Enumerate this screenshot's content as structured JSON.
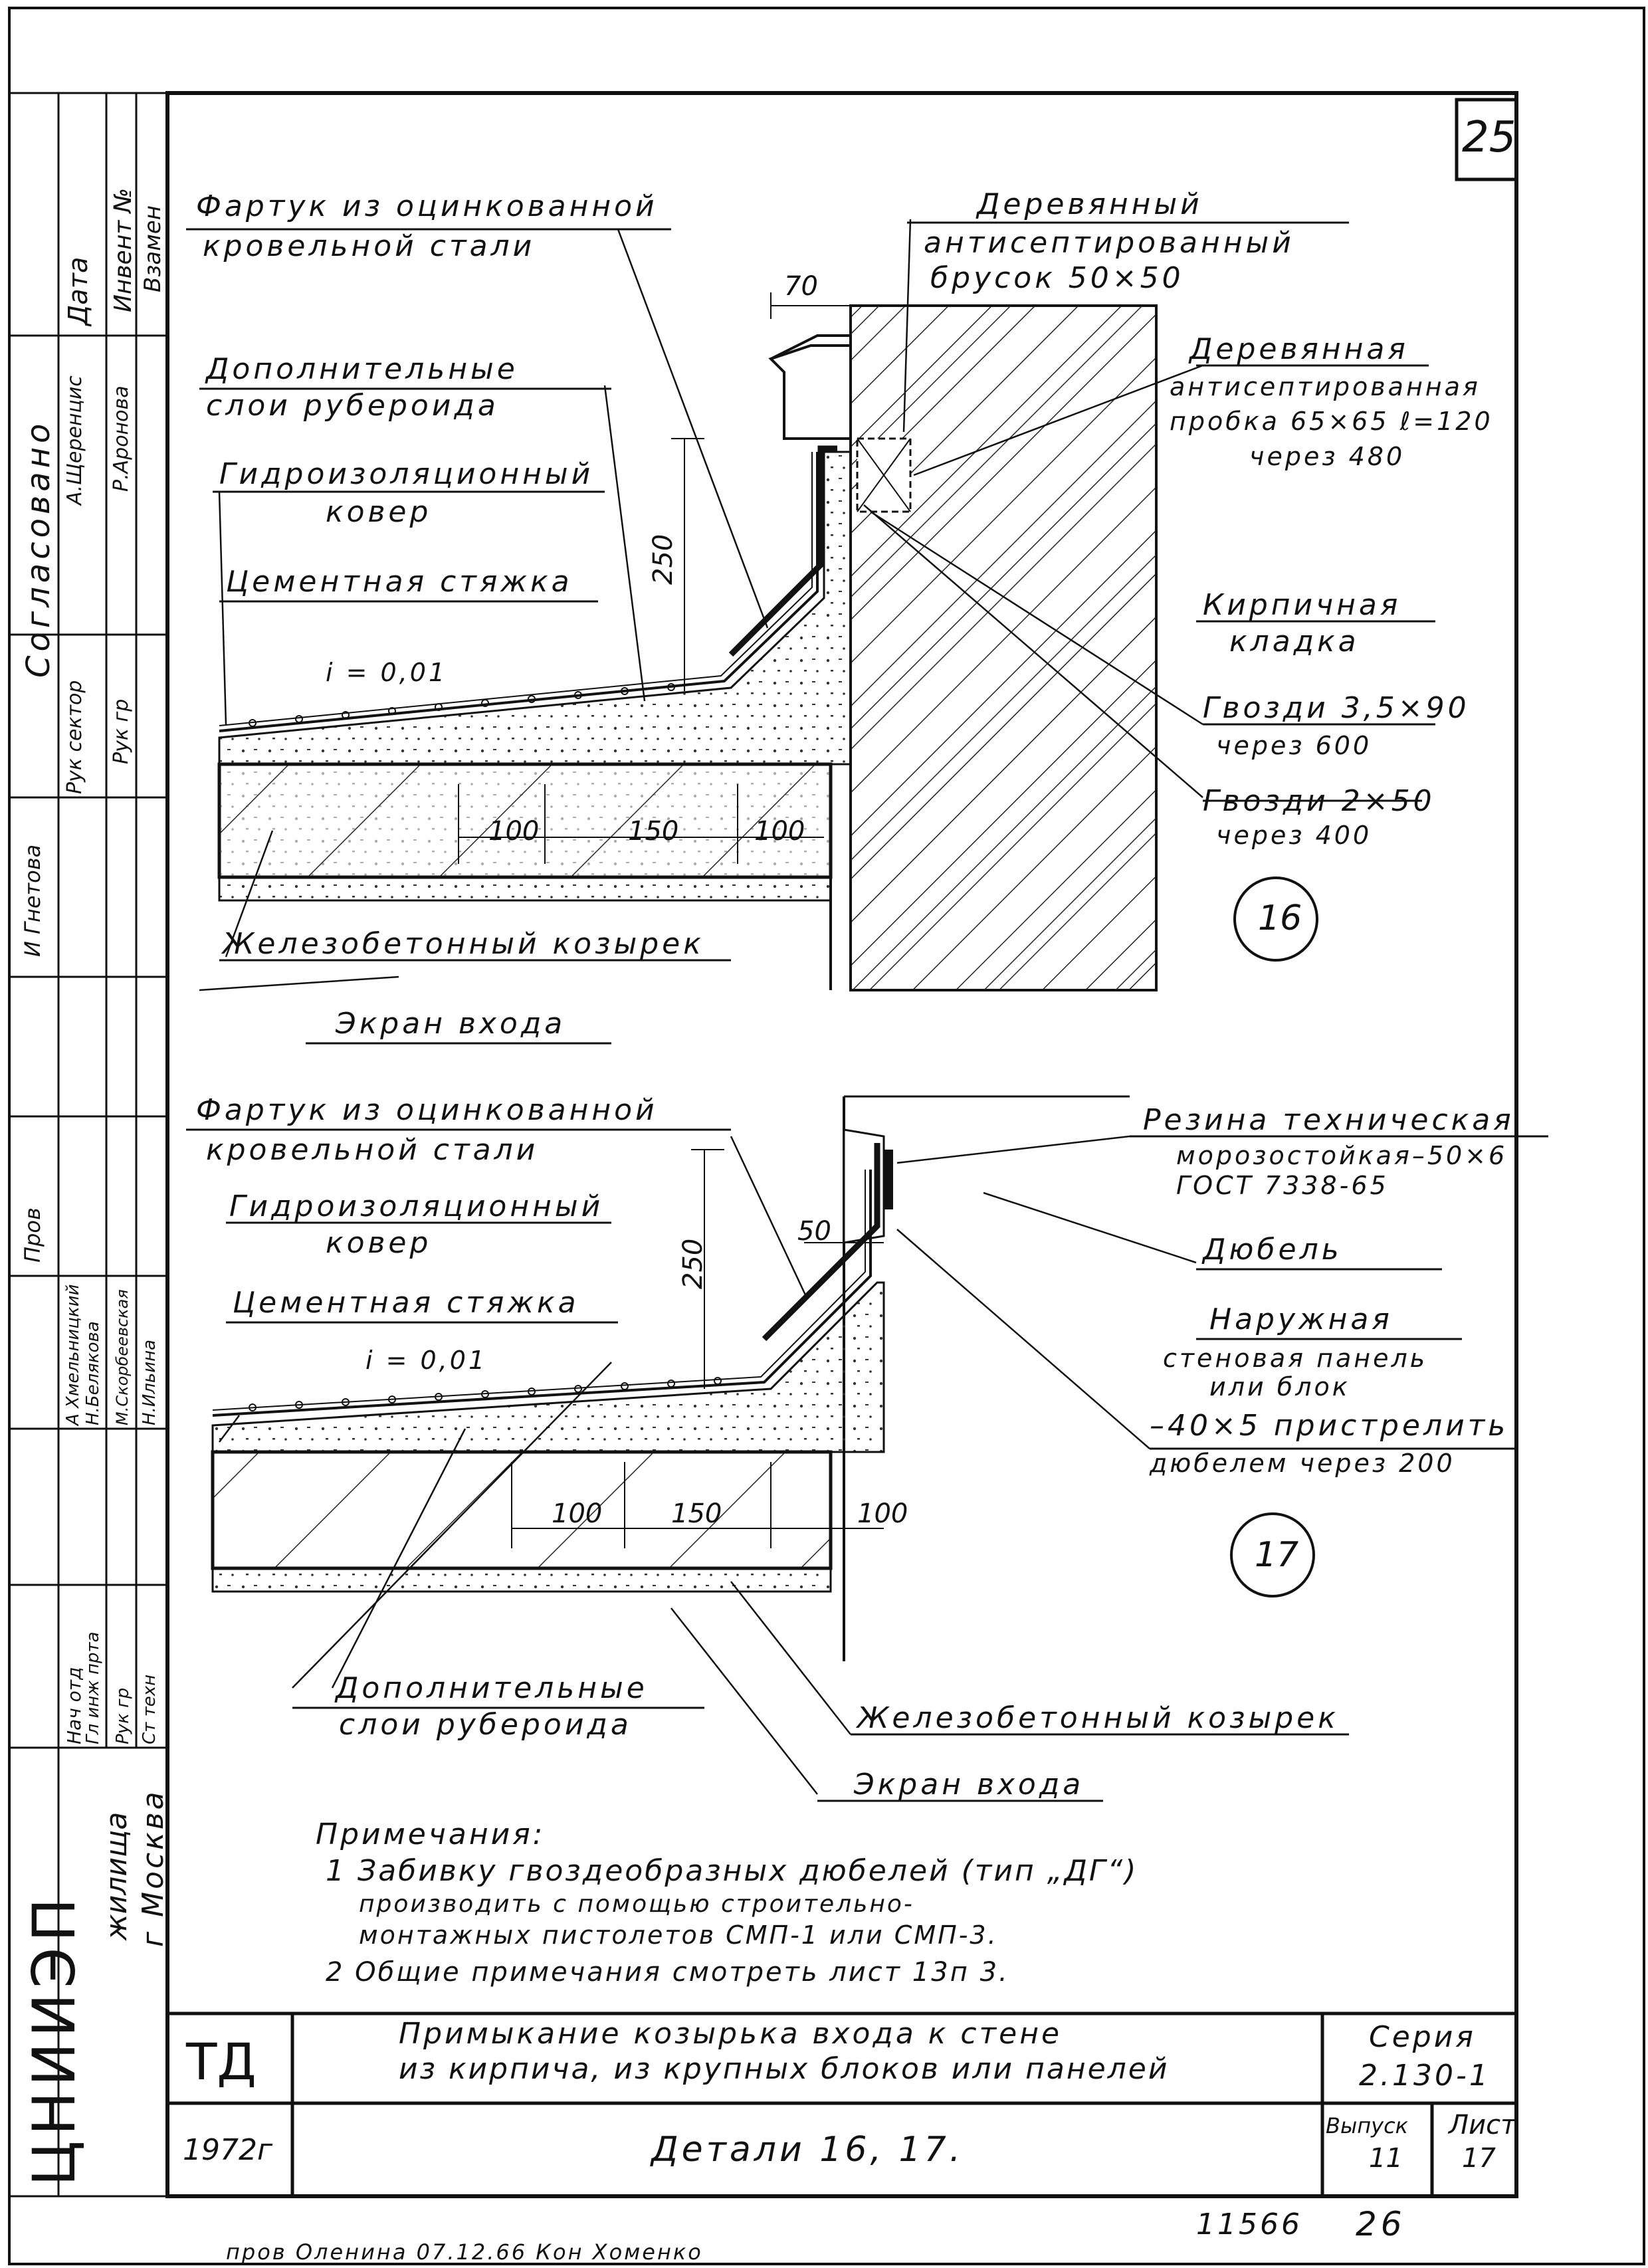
{
  "sheet": {
    "page_number": "25",
    "bottom_number": "26",
    "archive_number": "11566",
    "handwritten_note": "пров Оленина 07.12.66 Кон Хоменко"
  },
  "side_stamp": {
    "org": "ЦНИИЭП",
    "org_sub": "жилища",
    "city": "г Москва",
    "headers": [
      "Дата",
      "Инвент №",
      "Взамен"
    ],
    "agreed_label": "Согласовано",
    "agreed_names": [
      "А.Щеренцис",
      "Р.Аронова"
    ],
    "row_roles_1": [
      "Рук сектор",
      "Рук гр"
    ],
    "engineer": "И Гнетова",
    "check_label": "Пров",
    "staff": [
      "А Хмельницкий",
      "Н.Белякова",
      "М.Скорбеевская",
      "Н.Ильина"
    ],
    "roles_2": [
      "Нач отд",
      "Гл инж прта",
      "Рук гр",
      "Ст техн"
    ]
  },
  "detail16": {
    "number": "16",
    "labels": {
      "apron": [
        "Фартук из оцинкованной",
        "кровельной стали"
      ],
      "extra_layers": [
        "Дополнительные",
        "слои рубероида"
      ],
      "waterproof": [
        "Гидроизоляционный",
        "ковер"
      ],
      "screed": "Цементная стяжка",
      "slope": "i = 0,01",
      "canopy": "Железобетонный козырек",
      "screen": "Экран входа",
      "bar": [
        "Деревянный",
        "антисептированный",
        "брусок 50×50"
      ],
      "plug": [
        "Деревянная",
        "антисептированная",
        "пробка 65×65 ℓ=120",
        "через 480"
      ],
      "brick": [
        "Кирпичная",
        "кладка"
      ],
      "nails1": [
        "Гвозди 3,5×90",
        "через 600"
      ],
      "nails2": [
        "Гвозди 2×50",
        "через 400"
      ]
    },
    "dims": {
      "d70": "70",
      "d250": "250",
      "d100a": "100",
      "d150": "150",
      "d100b": "100"
    }
  },
  "detail17": {
    "number": "17",
    "labels": {
      "apron": [
        "Фартук из оцинкованной",
        "кровельной стали"
      ],
      "waterproof": [
        "Гидроизоляционный",
        "ковер"
      ],
      "screed": "Цементная стяжка",
      "slope": "i = 0,01",
      "rubber": [
        "Резина техническая",
        "морозостойкая–50×6",
        "ГОСТ 7338-65"
      ],
      "dowel": "Дюбель",
      "panel": [
        "Наружная",
        "стеновая панель",
        "или блок"
      ],
      "strip": [
        "–40×5 пристрелить",
        "дюбелем через 200"
      ],
      "extra_layers": [
        "Дополнительные",
        "слои рубероида"
      ],
      "canopy": "Железобетонный козырек",
      "screen": "Экран входа"
    },
    "dims": {
      "d50": "50",
      "d250": "250",
      "d100a": "100",
      "d150": "150",
      "d100b": "100"
    }
  },
  "notes": {
    "title": "Примечания:",
    "items": [
      "1 Забивку гвоздеобразных дюбелей (тип „ДГ“)",
      "производить с помощью строительно-",
      "монтажных пистолетов СМП-1 или СМП-3.",
      "2 Общие примечания смотреть лист 13п 3."
    ]
  },
  "title_block": {
    "td": "ТД",
    "year": "1972г",
    "title": [
      "Примыкание козырька входа к стене",
      "из кирпича, из крупных блоков или панелей"
    ],
    "subtitle": "Детали 16, 17.",
    "series_label": "Серия",
    "series_value": "2.130-1",
    "issue_label": "Выпуск",
    "issue_value": "11",
    "sheet_label": "Лист",
    "sheet_value": "17"
  }
}
